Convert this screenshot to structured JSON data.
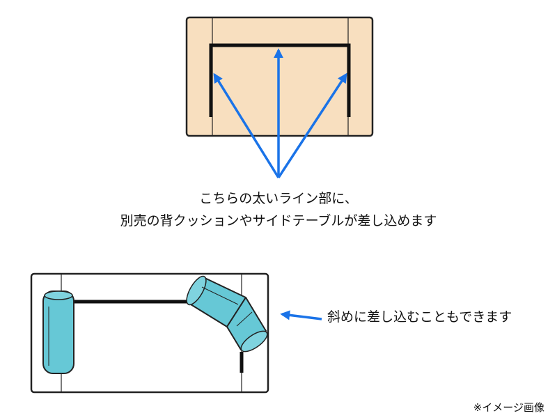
{
  "captions": {
    "line1": "こちらの太いライン部に、",
    "line2": "別売の背クッションやサイドテーブルが差し込めます",
    "diagonal_note": "斜めに差し込むこともできます",
    "image_note": "※イメージ画像"
  },
  "colors": {
    "sofa_top_fill": "#f8dfbf",
    "outline": "#222222",
    "arrow": "#1a73e8",
    "cushion_fill": "#66c8d6"
  }
}
